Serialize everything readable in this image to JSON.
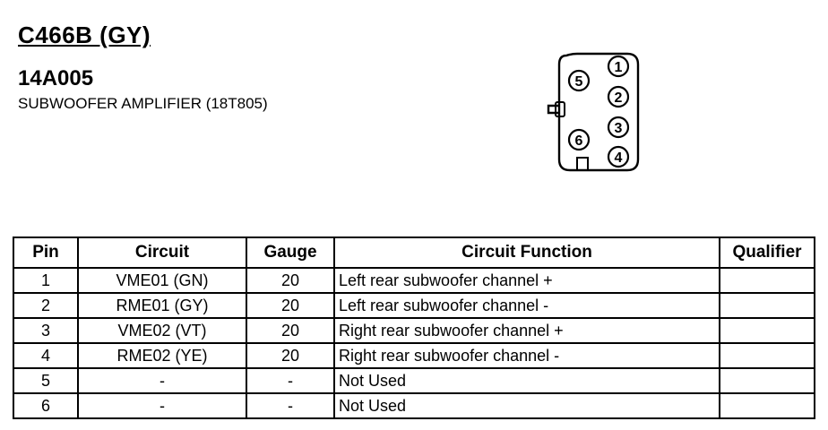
{
  "header": {
    "connector_id": "C466B (GY)",
    "part_number": "14A005",
    "description": "SUBWOOFER AMPLIFIER (18T805)"
  },
  "connector": {
    "pins": [
      "1",
      "2",
      "3",
      "4",
      "5",
      "6"
    ]
  },
  "table": {
    "columns": [
      "Pin",
      "Circuit",
      "Gauge",
      "Circuit Function",
      "Qualifier"
    ],
    "rows": [
      {
        "pin": "1",
        "circuit": "VME01 (GN)",
        "gauge": "20",
        "function": "Left rear subwoofer channel +",
        "qualifier": ""
      },
      {
        "pin": "2",
        "circuit": "RME01 (GY)",
        "gauge": "20",
        "function": "Left rear subwoofer channel -",
        "qualifier": ""
      },
      {
        "pin": "3",
        "circuit": "VME02 (VT)",
        "gauge": "20",
        "function": "Right rear subwoofer channel +",
        "qualifier": ""
      },
      {
        "pin": "4",
        "circuit": "RME02 (YE)",
        "gauge": "20",
        "function": "Right rear subwoofer channel -",
        "qualifier": ""
      },
      {
        "pin": "5",
        "circuit": "-",
        "gauge": "-",
        "function": "Not Used",
        "qualifier": ""
      },
      {
        "pin": "6",
        "circuit": "-",
        "gauge": "-",
        "function": "Not Used",
        "qualifier": ""
      }
    ]
  }
}
